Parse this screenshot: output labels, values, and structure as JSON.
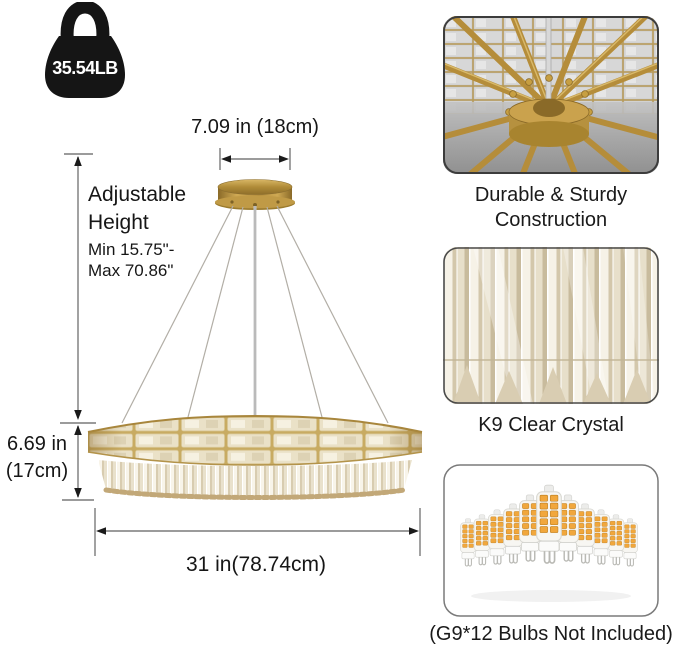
{
  "weight": {
    "label": "35.54LB"
  },
  "dimensions": {
    "canopy_width": "7.09 in (18cm)",
    "adjustable_title": "Adjustable Height",
    "adjustable_min": "Min 15.75\"-",
    "adjustable_max": "Max 70.86\"",
    "body_height_line1": "6.69 in",
    "body_height_line2": "(17cm)",
    "total_width": "31 in(78.74cm)"
  },
  "features": [
    {
      "id": "construction",
      "caption": "Durable & Sturdy Construction"
    },
    {
      "id": "crystal",
      "caption": "K9 Clear Crystal"
    },
    {
      "id": "bulbs",
      "caption": "(G9*12 Bulbs Not Included)"
    }
  ],
  "icons": {
    "weight": "kettlebell-weight-icon"
  },
  "colors": {
    "gold": "#b5913f",
    "gold_light": "#d4b96a",
    "crystal": "#efe8d8",
    "amber_led": "#f1a73c",
    "dimension_line": "#7a7a7a",
    "text": "#161616"
  }
}
